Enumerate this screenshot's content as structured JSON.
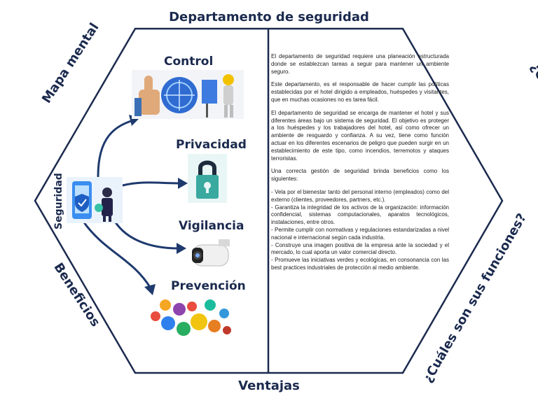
{
  "titles": {
    "top": "Departamento de seguridad",
    "bottom": "Ventajas",
    "left_top": "Mapa mental",
    "left_bottom": "Beneficios",
    "right_top": "¿Cómo opera?",
    "right_bottom": "¿Cuáles son sus funciones?",
    "center_node": "Seguridad"
  },
  "branches": {
    "control": "Control",
    "privacidad": "Privacidad",
    "vigilancia": "Vigilancia",
    "prevencion": "Prevención"
  },
  "text": {
    "p1": "El departamento de seguridad requiere una planeación estructurada donde se establezcan tareas a seguir para mantener un ambiente seguro.",
    "p2": "Este departamento, es el responsable de hacer cumplir las políticas establecidas por el hotel dirigido a empleados, huéspedes y visitantes, que en muchas ocasiones no es tarea fácil.",
    "p3": "El departamento de seguridad se encarga de mantener el hotel y sus diferentes áreas bajo un sistema de seguridad. El objetivo es proteger a los huéspedes y los trabajadores del hotel, así como ofrecer un ambiente de resguardo y confianza. A su vez, tiene como función actuar en los diferentes escenarios de peligro que pueden surgir en un establecimiento de este tipo, como incendios, terremotos y ataques terroristas.",
    "p4": "Una correcta gestión de seguridad brinda beneficios como los siguientes:",
    "b1": "- Vela por el bienestar tanto del personal interno (empleados) como del externo (clientes, proveedores, partners, etc.).",
    "b2": "- Garantiza la integridad de los activos de la organización: información confidencial, sistemas computacionales, aparatos tecnológicos, instalaciones, entre otros.",
    "b3": "- Permite cumplir con normativas y regulaciones estandarizadas a nivel nacional e internacional según cada industria.",
    "b4": "- Construye una imagen positiva de la empresa ante la sociedad y el mercado, lo cual aporta un valor comercial directo.",
    "b5": "- Promueve las iniciativas verdes y ecológicas, en consonancia con las best practices industriales de protección al medio ambiente."
  },
  "colors": {
    "navy": "#1b2a4e",
    "arrow": "#1e3a6e",
    "accent_blue": "#2f80ed",
    "teal": "#3aa9a0"
  },
  "icons": [
    "shield-icon",
    "lock-icon",
    "camera-icon",
    "thumbs-up-icon",
    "worker-icon",
    "safety-signs-icon"
  ]
}
